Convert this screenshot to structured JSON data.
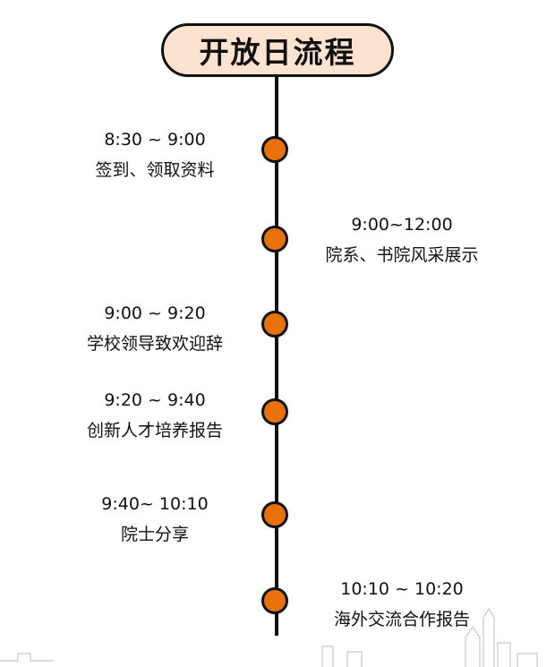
{
  "title": "开放日流程",
  "events": [
    {
      "time": "8:30 ~ 9:00",
      "desc": "签到、领取资料",
      "side": "left"
    },
    {
      "time": "9:00~12:00",
      "desc": "院系、书院风采展示",
      "side": "right"
    },
    {
      "time": "9:00 ~ 9:20",
      "desc": "学校领导致欢迎辞",
      "side": "left"
    },
    {
      "time": "9:20 ~ 9:40",
      "desc": "创新人才培养报告",
      "side": "left"
    },
    {
      "time": "9:40~ 10:10",
      "desc": "院士分享",
      "side": "left"
    },
    {
      "time": "10:10 ~ 10:20",
      "desc": "海外交流合作报告",
      "side": "right"
    }
  ],
  "colors": {
    "title_fill": "#fbe3cf",
    "dot_fill": "#e8710a",
    "line": "#111111"
  }
}
